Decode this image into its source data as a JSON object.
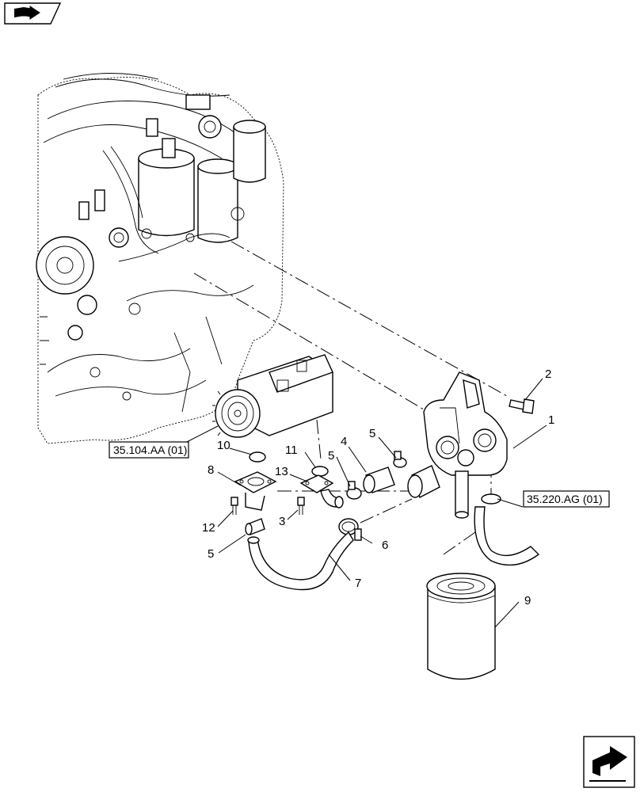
{
  "callouts": {
    "c1": "1",
    "c2": "2",
    "c3": "3",
    "c4": "4",
    "c5a": "5",
    "c5b": "5",
    "c5c": "5",
    "c6": "6",
    "c7": "7",
    "c8": "8",
    "c9": "9",
    "c10": "10",
    "c11": "11",
    "c12": "12",
    "c13": "13"
  },
  "references": {
    "ref_pump": "35.104.AA (01)",
    "ref_hose": "35.220.AG (01)"
  },
  "icons": {
    "top_left": "book-arrow-icon",
    "bottom_right": "next-page-arrow-icon"
  }
}
